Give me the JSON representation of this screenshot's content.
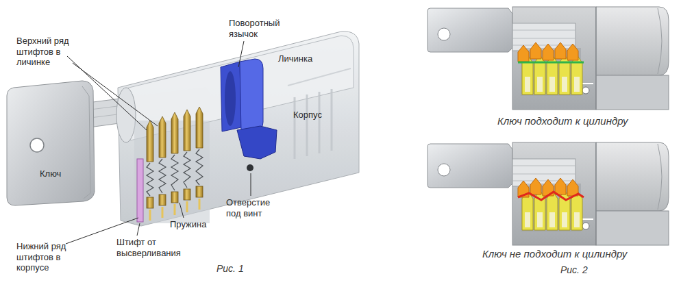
{
  "diagram": {
    "labels": [
      "Поворотный язычок",
      "Верхний ряд штифтов в личинке",
      "Личинка",
      "Корпус",
      "Ключ",
      "Отверстие под винт",
      "Пружина",
      "Нижний ряд штифтов в корпусе",
      "Штифт от высверливания",
      "Рис. 1",
      "Ключ подходит к цилиндру",
      "Ключ не подходит к цилиндру",
      "Рис. 2"
    ]
  }
}
